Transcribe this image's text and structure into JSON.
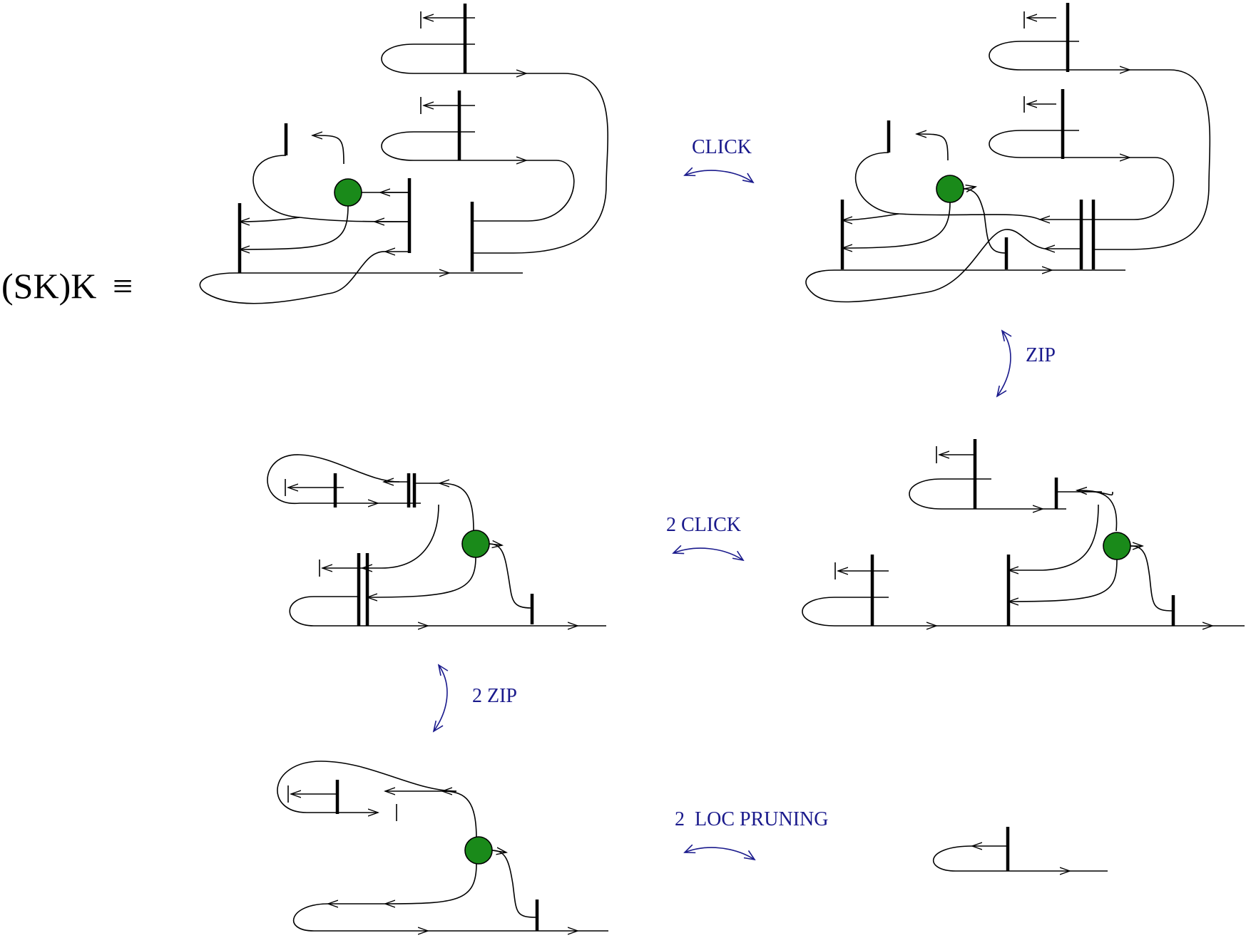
{
  "expression": {
    "term": "(SK)K",
    "equiv_symbol": "≡"
  },
  "moves": {
    "click": "CLICK",
    "zip": "ZIP",
    "two_click": "2 CLICK",
    "two_zip": "2 ZIP",
    "two_loc_pruning": "2  LOC PRUNING"
  },
  "colors": {
    "node": "#1a8a1a",
    "move_label": "#1a1a8c",
    "wire": "#000000"
  }
}
